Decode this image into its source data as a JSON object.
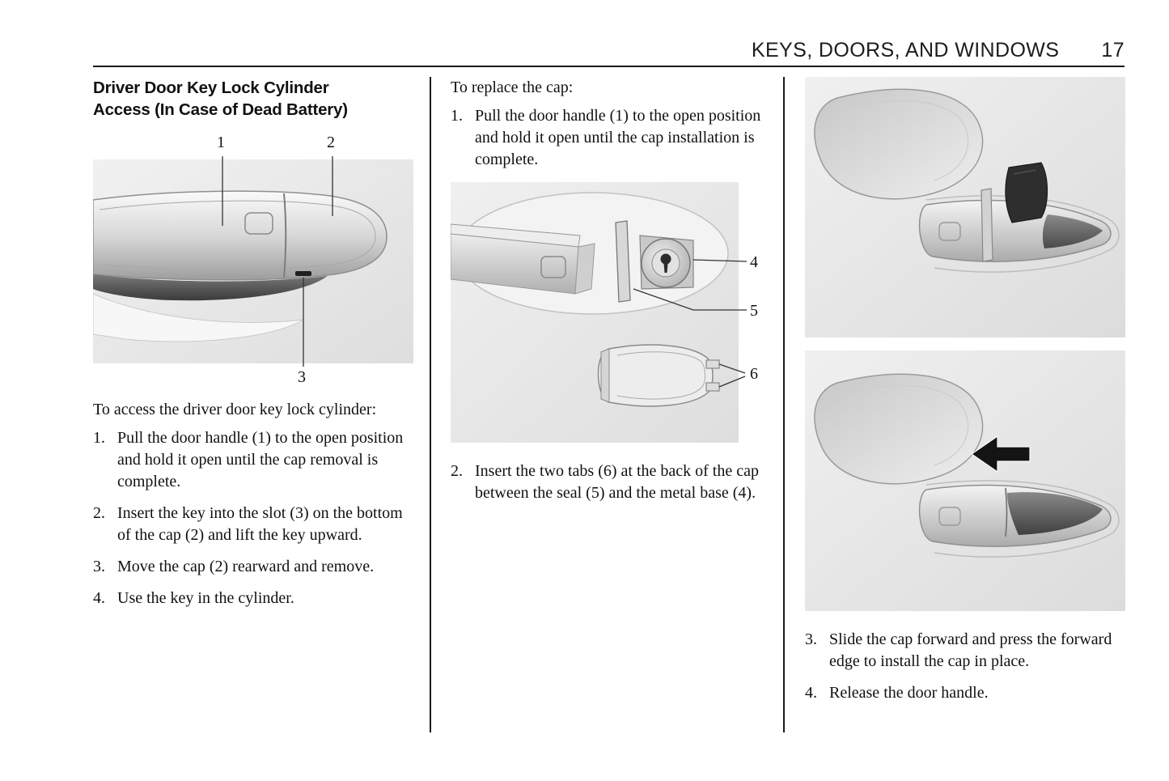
{
  "header": {
    "chapter": "KEYS, DOORS, AND WINDOWS",
    "page": "17"
  },
  "colors": {
    "figure_background": "#e8e8e8",
    "text": "#111111",
    "rule": "#1a1a1a",
    "cap_dark": "#2e2e2e",
    "arrow": "#141414"
  },
  "left": {
    "heading_line1": "Driver Door Key Lock Cylinder",
    "heading_line2": "Access (In Case of Dead Battery)",
    "figure": {
      "callout1": "1",
      "callout2": "2",
      "callout3": "3"
    },
    "intro": "To access the driver door key lock cylinder:",
    "steps": [
      {
        "num": "1.",
        "text": "Pull the door handle (1) to the open position and hold it open until the cap removal is complete."
      },
      {
        "num": "2.",
        "text": "Insert the key into the slot (3) on the bottom of the cap (2) and lift the key upward."
      },
      {
        "num": "3.",
        "text": "Move the cap (2) rearward and remove."
      },
      {
        "num": "4.",
        "text": "Use the key in the cylinder."
      }
    ]
  },
  "middle": {
    "intro": "To replace the cap:",
    "step1": {
      "num": "1.",
      "text": "Pull the door handle (1) to the open position and hold it open until the cap installation is complete."
    },
    "figure": {
      "callout4": "4",
      "callout5": "5",
      "callout6": "6"
    },
    "step2": {
      "num": "2.",
      "text": "Insert the two tabs (6) at the back of the cap between the seal (5) and the metal base (4)."
    }
  },
  "right": {
    "steps": [
      {
        "num": "3.",
        "text": "Slide the cap forward and press the forward edge to install the cap in place."
      },
      {
        "num": "4.",
        "text": "Release the door handle."
      }
    ]
  }
}
